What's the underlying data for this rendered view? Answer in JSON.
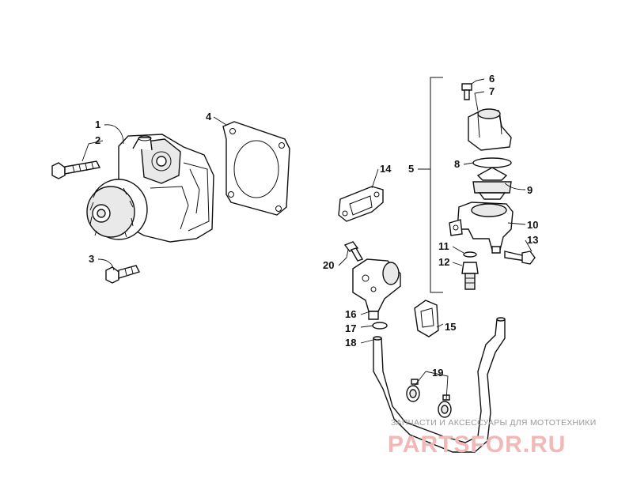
{
  "callouts": [
    "1",
    "2",
    "3",
    "4",
    "5",
    "6",
    "7",
    "8",
    "9",
    "10",
    "11",
    "12",
    "13",
    "14",
    "15",
    "16",
    "17",
    "18",
    "19",
    "20"
  ],
  "watermark": {
    "subtitle": "ЗАПЧАСТИ И АКСЕССУАРЫ ДЛЯ МОТОТЕХНИКИ",
    "brand": "PARTSFOR.RU"
  },
  "colors": {
    "line": "#111111",
    "watermark_brand": "#f2b7b7",
    "watermark_sub": "#9a9a9a"
  }
}
